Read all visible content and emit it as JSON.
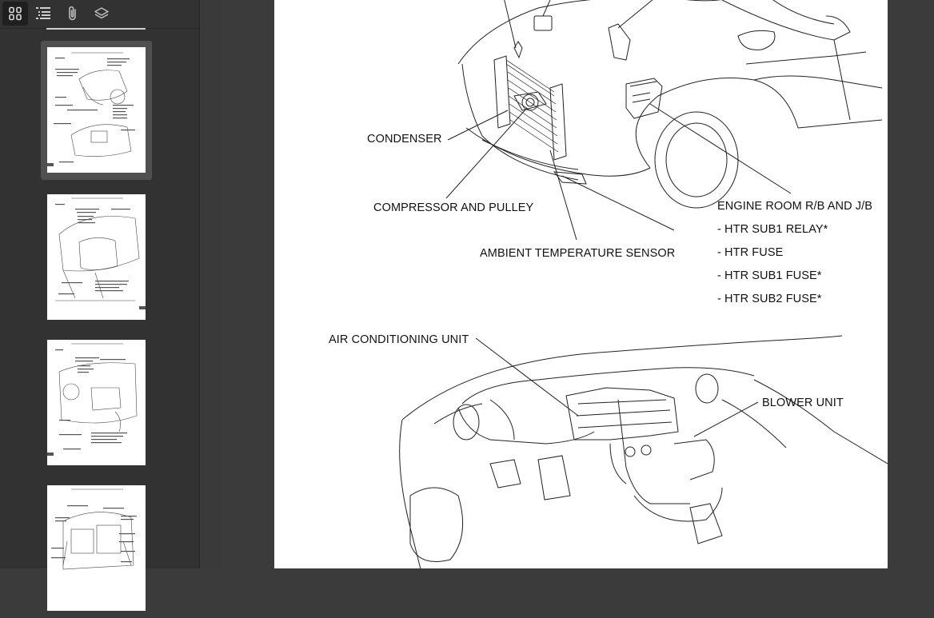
{
  "toolbar": {
    "buttons": [
      {
        "name": "thumbnails-view-button",
        "icon": "grid-icon",
        "active": true
      },
      {
        "name": "outline-view-button",
        "icon": "list-icon",
        "active": false
      },
      {
        "name": "attachments-view-button",
        "icon": "paperclip-icon",
        "active": false
      },
      {
        "name": "layers-view-button",
        "icon": "layers-icon",
        "active": false
      }
    ]
  },
  "thumbnails": [
    {
      "page": 1,
      "selected": true
    },
    {
      "page": 2,
      "selected": false
    },
    {
      "page": 3,
      "selected": false
    },
    {
      "page": 4,
      "selected": false
    }
  ],
  "document": {
    "labels": {
      "condenser": "CONDENSER",
      "compressor": "COMPRESSOR AND PULLEY",
      "ambient_sensor": "AMBIENT TEMPERATURE SENSOR",
      "engine_room": "ENGINE ROOM R/B AND J/B",
      "htr_sub1_relay": "- HTR SUB1 RELAY*",
      "htr_fuse": "- HTR FUSE",
      "htr_sub1_fuse": "- HTR SUB1 FUSE*",
      "htr_sub2_fuse": "- HTR SUB2 FUSE*",
      "ac_unit": "AIR CONDITIONING UNIT",
      "blower_unit": "BLOWER UNIT"
    }
  },
  "colors": {
    "sidebar_bg": "#323232",
    "viewer_bg": "#3b3b3b",
    "page_bg": "#ffffff",
    "selected_thumb_bg": "#505050",
    "icon_color": "#cfcfcf"
  }
}
